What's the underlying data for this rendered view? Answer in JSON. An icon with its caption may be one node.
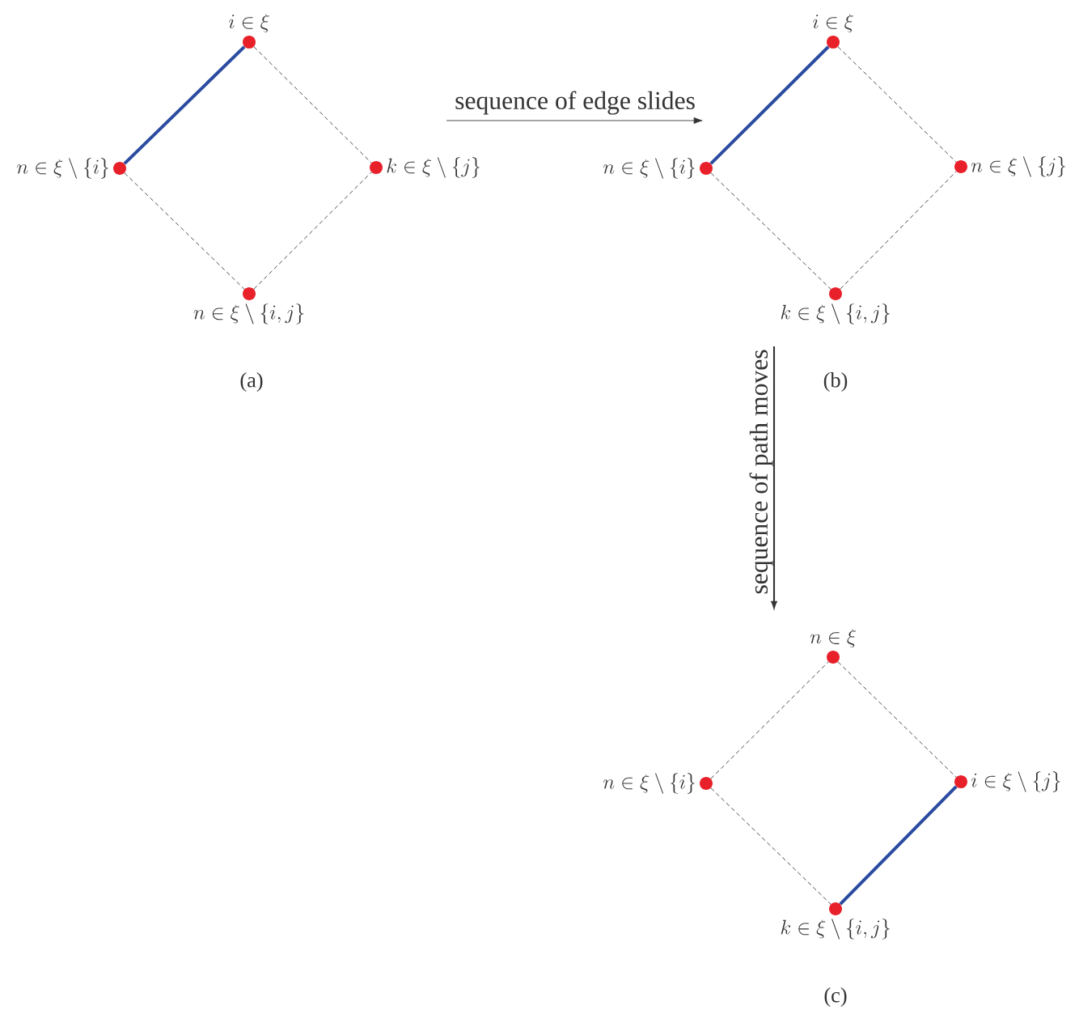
{
  "diagram": {
    "nodes": [
      {
        "text": [],
        "shape": "circle",
        "beside": [
          "i \\in \\xi"
        ]
      },
      {
        "text": [],
        "shape": "circle",
        "beside": [
          "n \\in \\xi \\setminus \\{i\\}"
        ]
      },
      {
        "text": [],
        "shape": "circle",
        "beside": [
          "k \\in \\xi \\setminus \\{j\\}"
        ]
      },
      {
        "text": [],
        "shape": "circle",
        "beside": [
          "n \\in \\xi \\setminus \\{i,j\\}"
        ]
      },
      {
        "text": [],
        "shape": "circle",
        "beside": [
          "i \\in \\xi"
        ]
      },
      {
        "text": [],
        "shape": "circle",
        "beside": [
          "n \\in \\xi \\setminus \\{i\\}"
        ]
      },
      {
        "text": [],
        "shape": "circle",
        "beside": [
          "n \\in \\xi \\setminus \\{j\\}"
        ]
      },
      {
        "text": [],
        "shape": "circle",
        "beside": [
          "k \\in \\xi \\setminus \\{i,j\\}"
        ]
      },
      {
        "text": [],
        "shape": "circle",
        "beside": [
          "n \\in \\xi"
        ]
      },
      {
        "text": [],
        "shape": "circle",
        "beside": [
          "n \\in \\xi \\setminus \\{i\\}"
        ]
      },
      {
        "text": [],
        "shape": "circle",
        "beside": [
          "i \\in \\xi \\setminus \\{j\\}"
        ]
      },
      {
        "text": [],
        "shape": "circle",
        "beside": [
          "k \\in \\xi \\setminus \\{i,j\\}"
        ]
      }
    ],
    "edges": [
      {
        "from": 1,
        "to": 0,
        "arrow": "none",
        "style": "thick",
        "color": "#2a4ba0"
      },
      {
        "from": 0,
        "to": 2,
        "arrow": "none",
        "style": "dashed"
      },
      {
        "from": 1,
        "to": 3,
        "arrow": "none",
        "style": "dashed"
      },
      {
        "from": 3,
        "to": 2,
        "arrow": "none",
        "style": "dashed"
      },
      {
        "from": 5,
        "to": 4,
        "arrow": "none",
        "style": "thick",
        "color": "#2a4ba0"
      },
      {
        "from": 4,
        "to": 6,
        "arrow": "none",
        "style": "dashed"
      },
      {
        "from": 5,
        "to": 7,
        "arrow": "none",
        "style": "dashed"
      },
      {
        "from": 7,
        "to": 6,
        "arrow": "none",
        "style": "dashed"
      },
      {
        "from": 9,
        "to": 8,
        "arrow": "none",
        "style": "dashed"
      },
      {
        "from": 8,
        "to": 10,
        "arrow": "none",
        "style": "dashed"
      },
      {
        "from": 9,
        "to": 11,
        "arrow": "none",
        "style": "dashed"
      },
      {
        "from": 11,
        "to": 10,
        "arrow": "none",
        "style": "thick",
        "color": "#2a4ba0"
      }
    ],
    "labels": [
      "sequence of edge slides",
      "(a)",
      "(b)",
      "sequence of path moves",
      "(c)"
    ]
  }
}
